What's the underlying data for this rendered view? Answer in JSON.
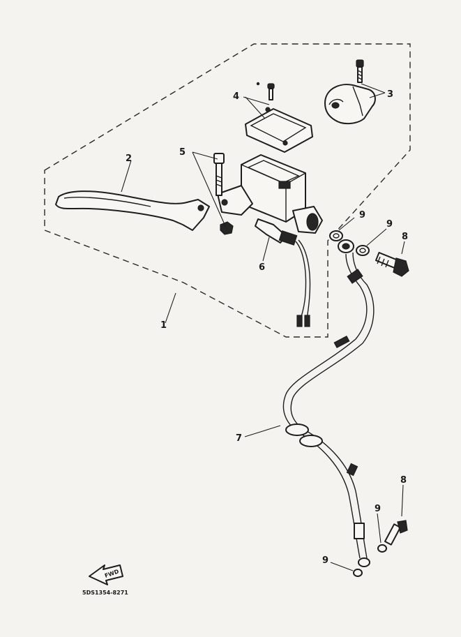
{
  "diagram": {
    "callouts": {
      "c1": "1",
      "c2": "2",
      "c3": "3",
      "c4": "4",
      "c5": "5",
      "c6": "6",
      "c7": "7",
      "c8a": "8",
      "c8b": "8",
      "c9a": "9",
      "c9b": "9",
      "c9c": "9",
      "c9d": "9"
    },
    "fwd_label": "FWD",
    "drawing_code": "5DS1354-8271"
  }
}
